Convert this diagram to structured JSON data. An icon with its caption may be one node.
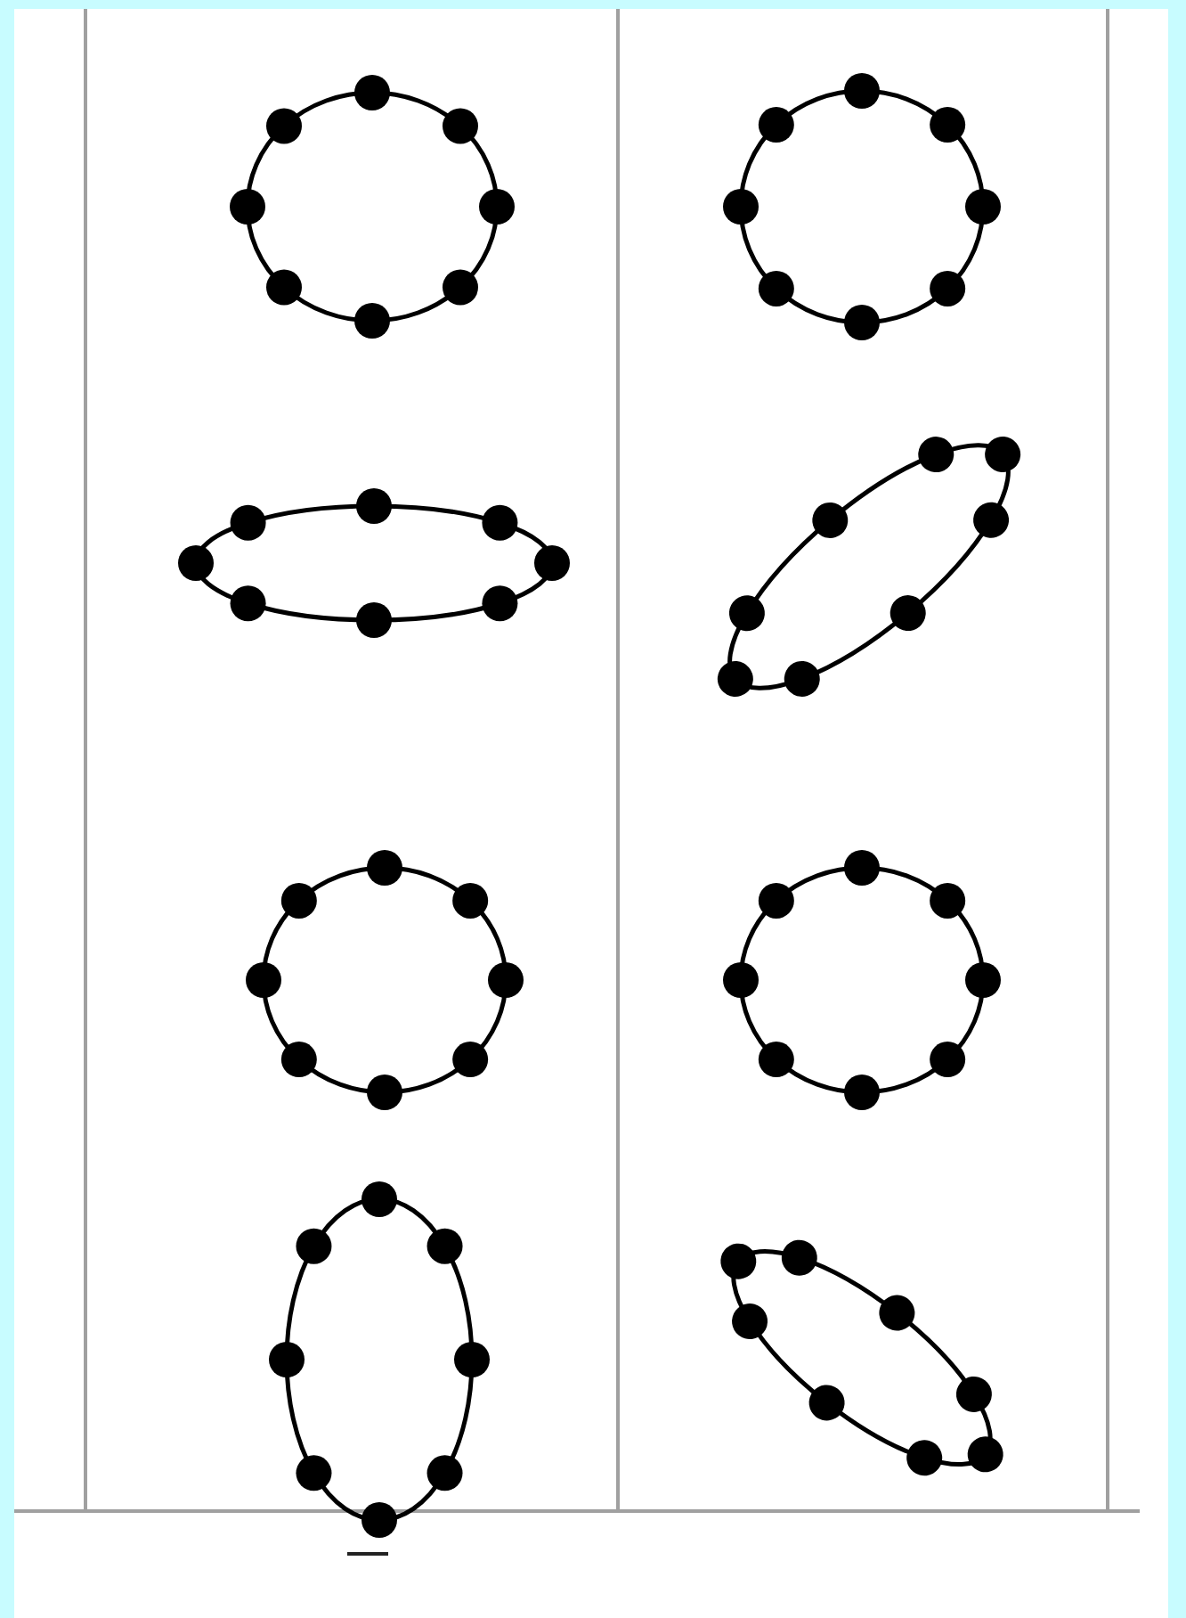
{
  "diagram": {
    "nodes": [
      {
        "text": [],
        "shape": "ring"
      },
      {
        "text": [],
        "shape": "ring"
      },
      {
        "text": [],
        "shape": "ring"
      },
      {
        "text": [],
        "shape": "ring"
      },
      {
        "text": [],
        "shape": "ring"
      },
      {
        "text": [],
        "shape": "ring"
      },
      {
        "text": [],
        "shape": "ring"
      },
      {
        "text": [],
        "shape": "ring"
      }
    ]
  }
}
